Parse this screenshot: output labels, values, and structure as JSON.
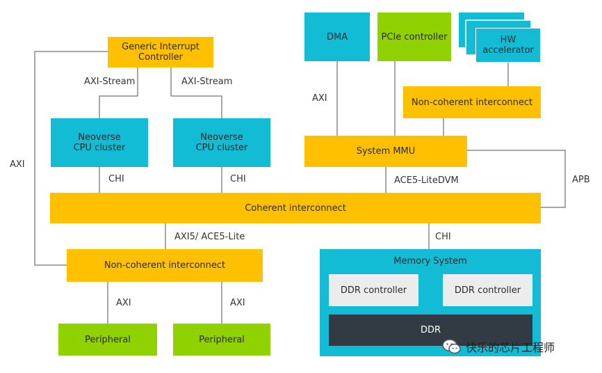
{
  "colors": {
    "interconnect": "#ffc000",
    "cpu": "#12bcd4",
    "peripheral": "#8fd200",
    "memory_system": "#12bcd4",
    "ddr": "#323b44",
    "ddr_controller": "#ececec",
    "line": "#8a8a8a"
  },
  "nodes": {
    "gic": "Generic Interrupt\nController",
    "cpu1": "Neoverse\nCPU cluster",
    "cpu2": "Neoverse\nCPU cluster",
    "dma": "DMA",
    "pcie": "PCIe controller",
    "hw_accel": "HW\naccelerator",
    "nci_top": "Non-coherent interconnect",
    "smmu": "System MMU",
    "coherent": "Coherent interconnect",
    "nci_bottom": "Non-coherent interconnect",
    "memory_system": "Memory System",
    "ddr_ctrl1": "DDR controller",
    "ddr_ctrl2": "DDR controller",
    "ddr": "DDR",
    "periph1": "Peripheral",
    "periph2": "Peripheral"
  },
  "edge_labels": {
    "axi_stream_left": "AXI-Stream",
    "axi_stream_right": "AXI-Stream",
    "axi_left": "AXI",
    "chi_cpu1": "CHI",
    "chi_cpu2": "CHI",
    "axi_smmu": "AXI",
    "ace5_litedvm": "ACE5-LiteDVM",
    "apb": "APB",
    "axi5_ace5_lite": "AXI5/ ACE5-Lite",
    "chi_memory": "CHI",
    "axi_periph1": "AXI",
    "axi_periph2": "AXI"
  },
  "watermark": {
    "text": "快乐的芯片工程师",
    "icon": "wechat-icon"
  }
}
